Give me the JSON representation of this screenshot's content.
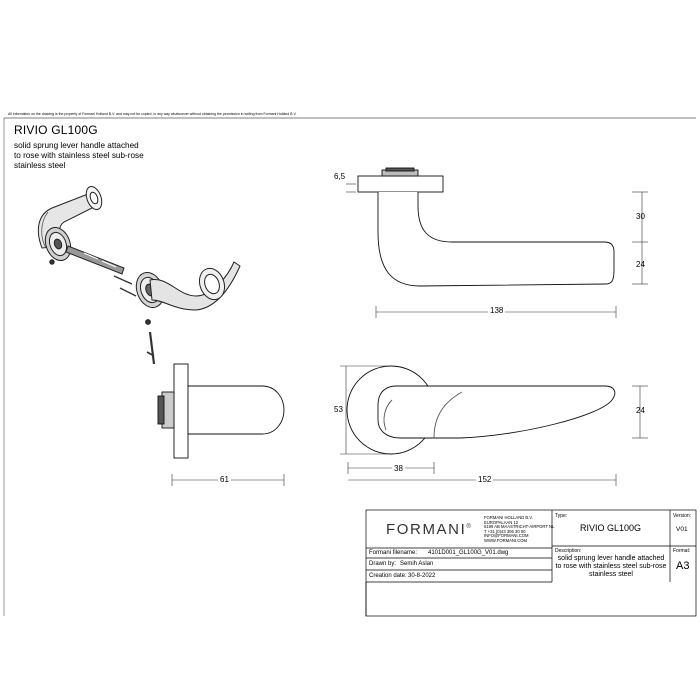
{
  "sheet": {
    "disclaimer": "All information on the drawing is the property of Formani Holland B.V. and may not be copied, in any way whatsoever without obtaining the permission in writing from Formani Holland B.V.",
    "title": "RIVIO GL100G",
    "subtitle_lines": [
      "solid sprung lever handle attached",
      "to rose with stainless steel sub-rose",
      "stainless steel"
    ]
  },
  "dimensions": {
    "rose_thickness": "6,5",
    "height_upper": "30",
    "height_lower": "24",
    "side_length": "138",
    "top_width": "24",
    "top_rose_depth": "38",
    "top_length": "152",
    "front_depth": "61",
    "front_height": "53"
  },
  "title_block": {
    "logo": "FORMANI",
    "logo_mark": "®",
    "company_lines": [
      "FORMANI HOLLAND B.V.",
      "EUROPALAAN 12",
      "6199 AB MAASTRICHT-AIRPORT NL",
      "T +31 (0)43 306 30 00",
      "INFO@FORMANI.COM",
      "WWW.FORMANI.COM"
    ],
    "filename_label": "Formani filename:",
    "filename": "4101D001_GL100G_V01.dwg",
    "drawn_by_label": "Drawn by:",
    "drawn_by": "Semih Aslan",
    "creation_label": "Creation date:",
    "creation_date": "30-8-2022",
    "type_label": "Type:",
    "type": "RIVIO GL100G",
    "version_label": "Version:",
    "version": "V01",
    "description_label": "Description:",
    "description_lines": [
      "solid sprung lever handle attached",
      "to rose with stainless steel sub-rose",
      "stainless steel"
    ],
    "format_label": "Format:",
    "format": "A3"
  }
}
